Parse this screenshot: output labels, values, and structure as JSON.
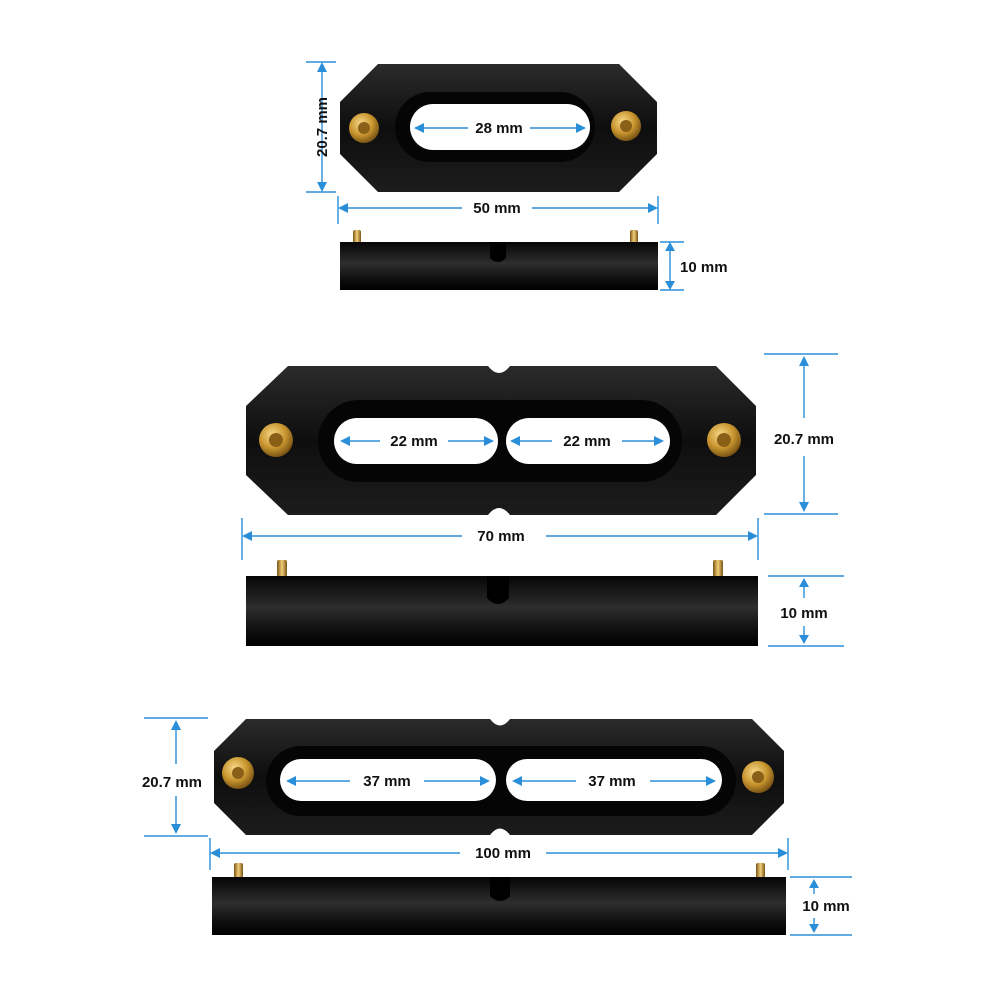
{
  "colors": {
    "dimension_line": "#2a8fd8",
    "plate": "#111111",
    "plate_highlight": "#3a3a3a",
    "brass": "#c8952e",
    "label": "#111111"
  },
  "rails": [
    {
      "length_label": "50 mm",
      "width_label": "20.7 mm",
      "height_label": "10 mm",
      "slot_labels": [
        "28 mm"
      ]
    },
    {
      "length_label": "70 mm",
      "width_label": "20.7 mm",
      "height_label": "10 mm",
      "slot_labels": [
        "22 mm",
        "22 mm"
      ]
    },
    {
      "length_label": "100 mm",
      "width_label": "20.7 mm",
      "height_label": "10 mm",
      "slot_labels": [
        "37 mm",
        "37 mm"
      ]
    }
  ]
}
